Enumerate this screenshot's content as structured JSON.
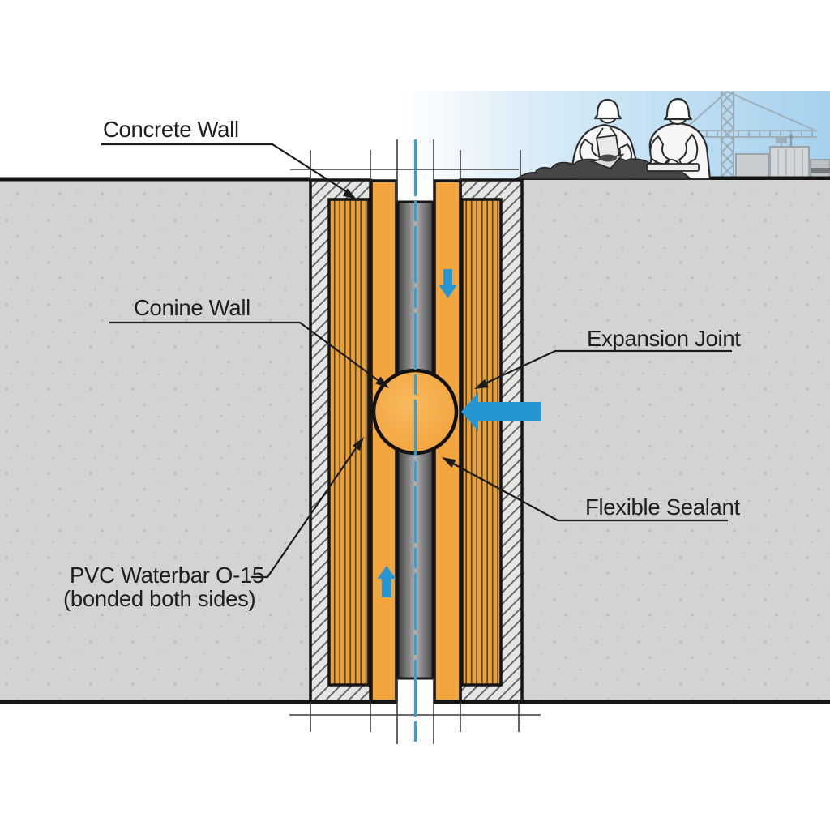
{
  "labels": {
    "concrete_wall": "Concrete Wall",
    "conine_wall": "Conine Wall",
    "expansion_joint": "Expansion Joint",
    "flexible_sealant": "Flexible Sealant",
    "pvc_waterbar": "PVC Waterbar O-15",
    "pvc_waterbar_note": "(bonded both sides)"
  },
  "icons": {
    "movement_down": "down-arrow-icon",
    "movement_up": "up-arrow-icon",
    "compression_left": "left-arrow-icon",
    "scene": [
      "tower-crane-icon",
      "construction-worker-icon",
      "concrete-pile-icon"
    ]
  },
  "colors": {
    "waterbar_orange": "#F2A43E",
    "waterbar_rib_bg": "#EC9F37",
    "rib_line": "#4E4632",
    "concrete_gray": "#D3D4D1",
    "hatch_bg": "#E5E5E3",
    "hatch_line": "#5E5E5C",
    "joint_gap_dark": "#424242",
    "joint_gap_light": "#AFAFAF",
    "arrow_blue": "#2596D2",
    "centerline_blue": "#2FA0DA",
    "sky_blue": "#A5D1EE",
    "outline_black": "#151515",
    "label_text": "#1E1E1E"
  }
}
